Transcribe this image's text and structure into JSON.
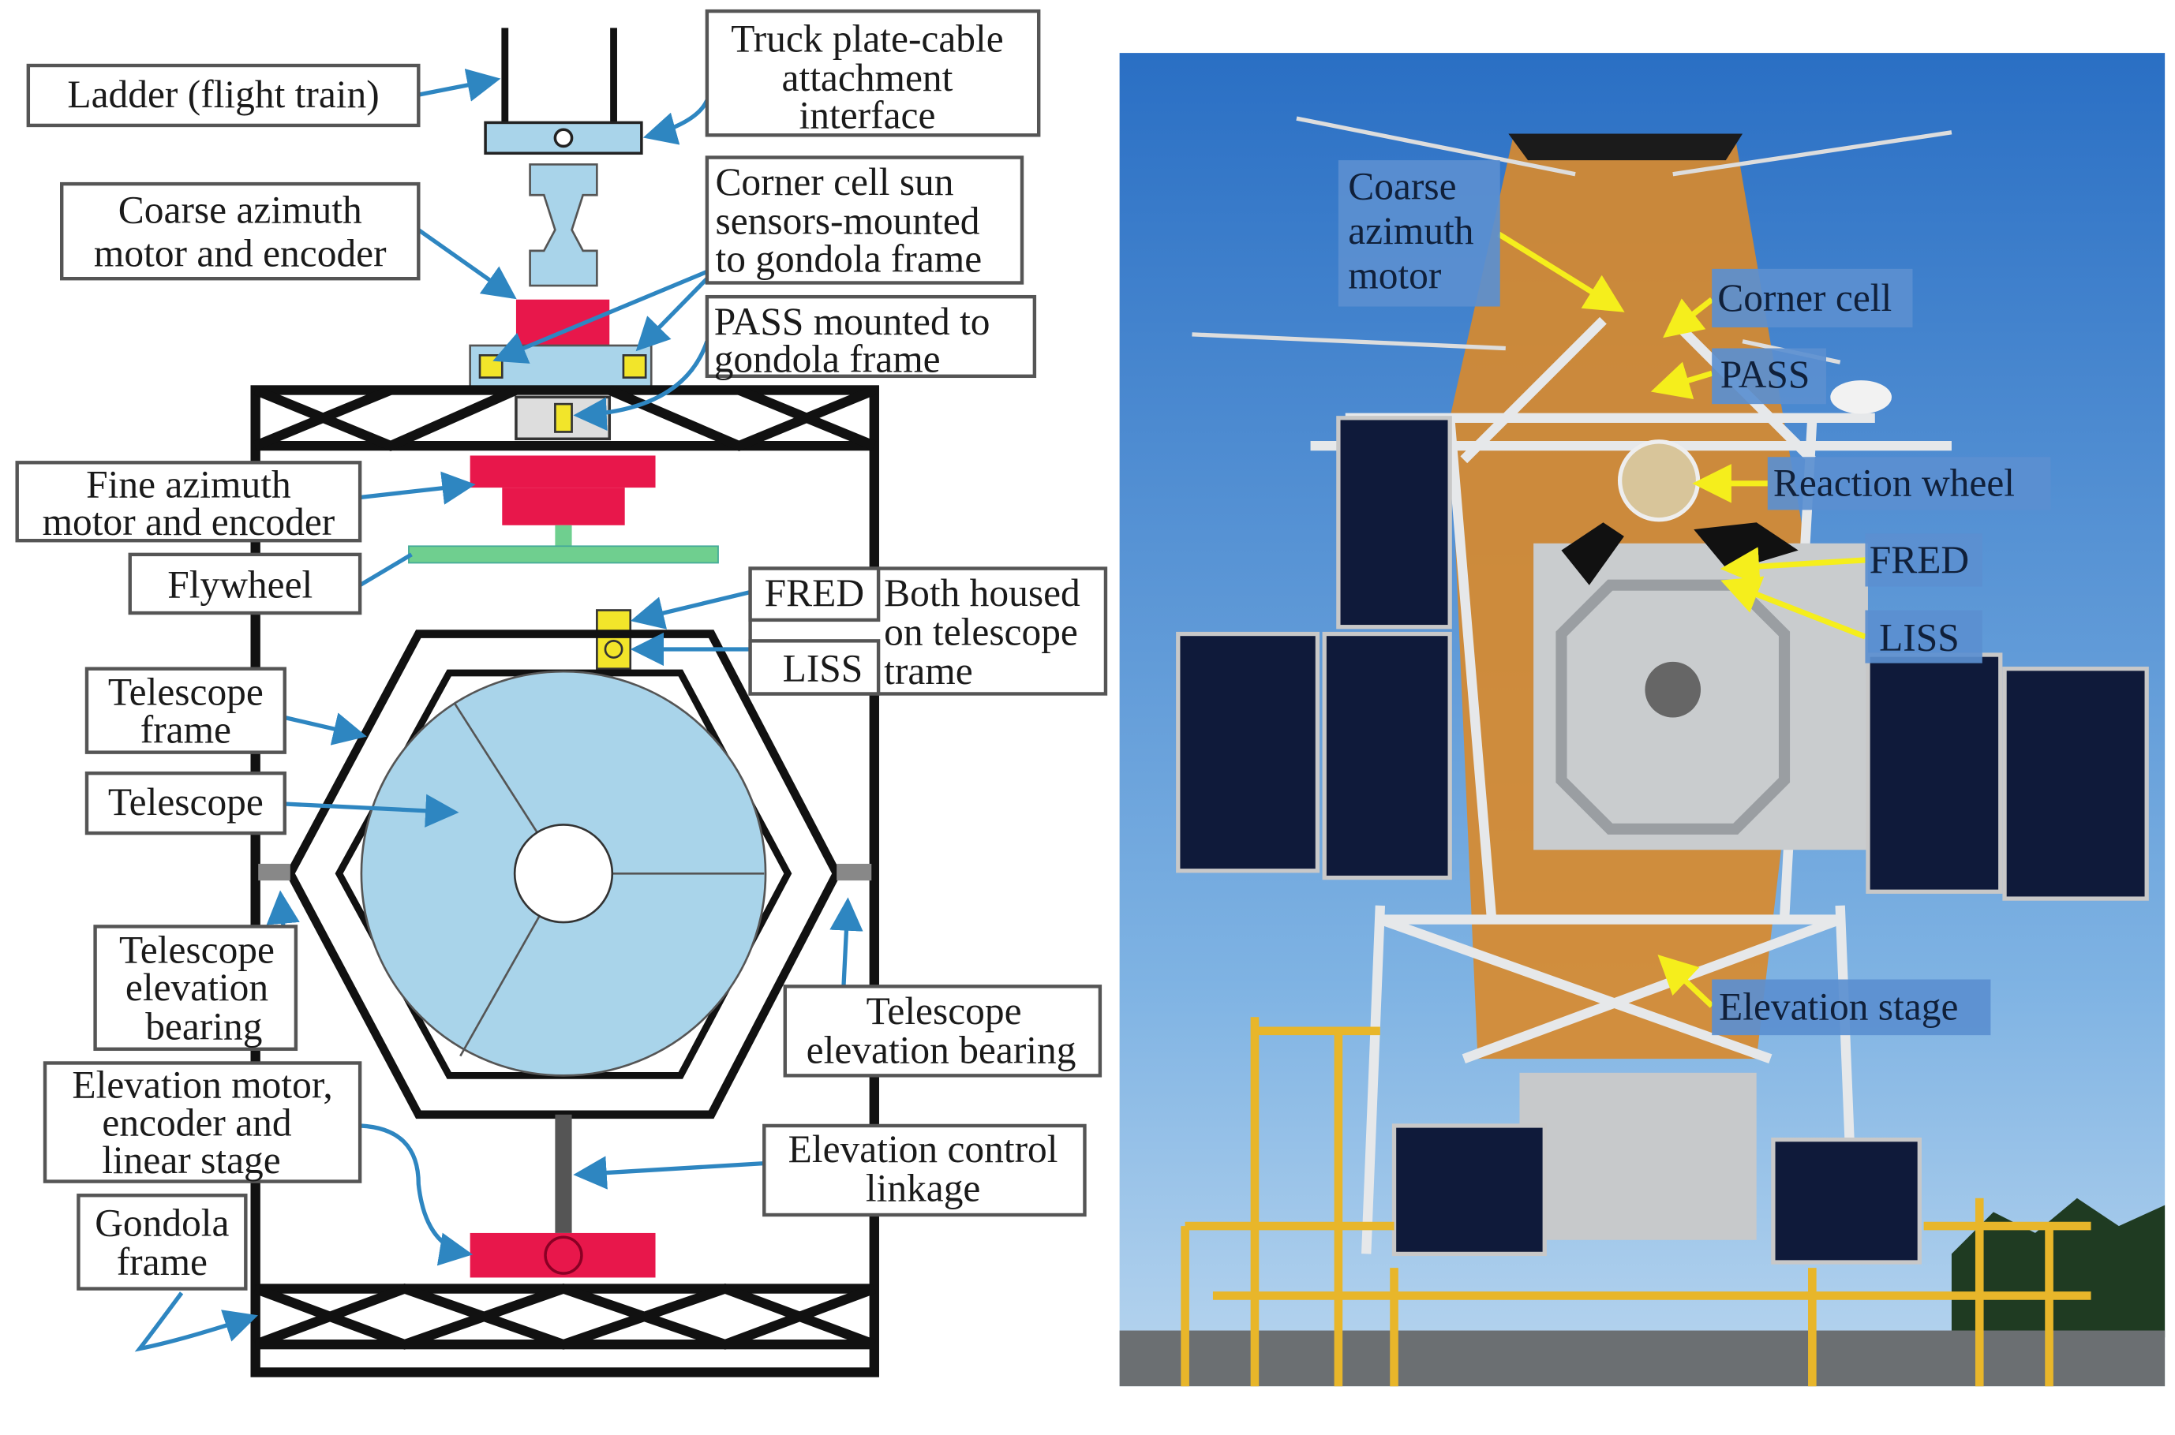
{
  "diagram": {
    "labels": {
      "ladder": "Ladder (flight train)",
      "truck_plate": [
        "Truck plate-cable",
        "attachment",
        "interface"
      ],
      "coarse_az": [
        "Coarse azimuth",
        "motor and encoder"
      ],
      "corner_cell": [
        "Corner cell sun",
        "sensors-mounted",
        "to gondola frame"
      ],
      "pass": [
        "PASS mounted to",
        "gondola frame"
      ],
      "fine_az": [
        "Fine azimuth",
        "motor and encoder"
      ],
      "flywheel": "Flywheel",
      "fred": "FRED",
      "liss": "LISS",
      "both_housed": [
        "Both housed",
        "on telescope",
        "trame"
      ],
      "telescope_frame": [
        "Telescope",
        "frame"
      ],
      "telescope": "Telescope",
      "elev_bearing_left": [
        "Telescope",
        "elevation",
        "bearing"
      ],
      "elev_bearing_right": [
        "Telescope",
        "elevation bearing"
      ],
      "elev_motor": [
        "Elevation motor,",
        "encoder and",
        "linear stage"
      ],
      "elev_linkage": [
        "Elevation control",
        "linkage"
      ],
      "gondola_frame": [
        "Gondola",
        "frame"
      ]
    },
    "colors": {
      "arrow": "#2e86c1",
      "motor": "#e8174b",
      "plate": "#a9d4ea",
      "flywheel": "#6fcf8f",
      "sensor": "#f2e52a"
    }
  },
  "photo": {
    "labels": {
      "coarse_az": [
        "Coarse",
        "azimuth",
        "motor"
      ],
      "corner_cell": "Corner cell",
      "pass": "PASS",
      "reaction_wheel": "Reaction wheel",
      "fred": "FRED",
      "liss": "LISS",
      "elevation_stage": "Elevation stage"
    },
    "colors": {
      "label_bg": "#5b8fd0",
      "arrow": "#f5ee1c"
    }
  }
}
